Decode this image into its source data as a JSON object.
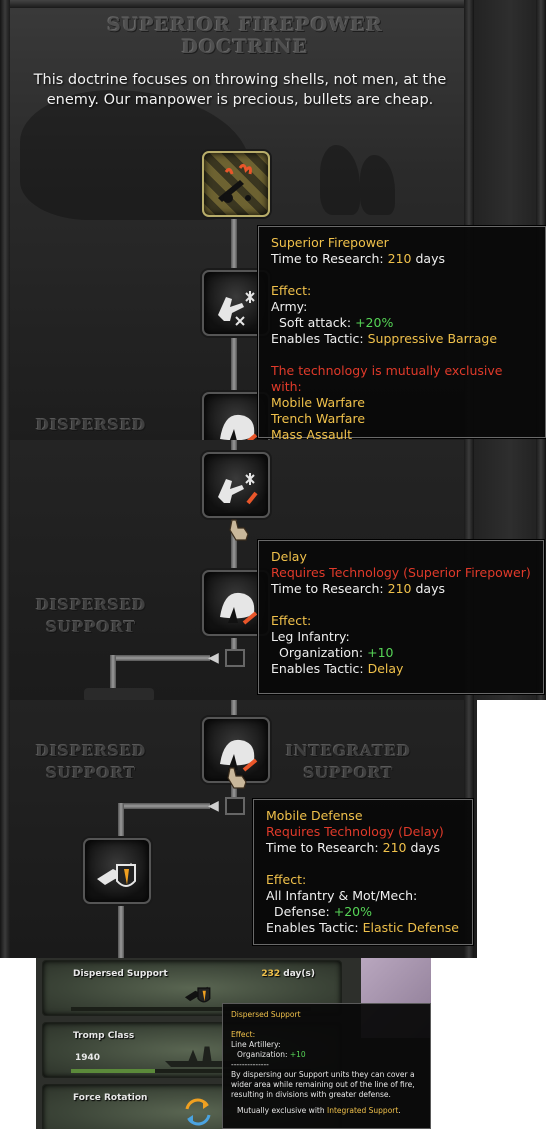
{
  "panel1": {
    "doctrine_title_line1": "SUPERIOR FIREPOWER",
    "doctrine_title_line2": "DOCTRINE",
    "doctrine_description": "This doctrine focuses on throwing shells, not men, at the enemy. Our manpower is precious, bullets are cheap.",
    "branch_label_dispersed": "DISPERSED",
    "tooltip": {
      "name": "Superior Firepower",
      "time_label": "Time to Research:",
      "time_value": "210",
      "time_unit": "days",
      "effect_label": "Effect:",
      "target": "Army:",
      "modifier_label": "Soft attack:",
      "modifier_value": "+20%",
      "tactic_label": "Enables Tactic:",
      "tactic_value": "Suppressive Barrage",
      "exclusive_label": "The technology is mutually exclusive with:",
      "exclusive_items": [
        "Mobile Warfare",
        "Trench Warfare",
        "Mass Assault"
      ]
    }
  },
  "panel2": {
    "branch_label_line1": "DISPERSED",
    "branch_label_line2": "SUPPORT",
    "tooltip": {
      "name": "Delay",
      "requires": "Requires Technology (Superior Firepower)",
      "time_label": "Time to Research:",
      "time_value": "210",
      "time_unit": "days",
      "effect_label": "Effect:",
      "target": "Leg Infantry:",
      "modifier_label": "Organization:",
      "modifier_value": "+10",
      "tactic_label": "Enables Tactic:",
      "tactic_value": "Delay"
    }
  },
  "panel3": {
    "left_label_line1": "DISPERSED",
    "left_label_line2": "SUPPORT",
    "right_label_line1": "INTEGRATED",
    "right_label_line2": "SUPPORT",
    "tooltip": {
      "name": "Mobile Defense",
      "requires": "Requires Technology (Delay)",
      "time_label": "Time to Research:",
      "time_value": "210",
      "time_unit": "days",
      "effect_label": "Effect:",
      "target": "All Infantry & Mot/Mech:",
      "modifier_label": "Defense:",
      "modifier_value": "+20%",
      "tactic_label": "Enables Tactic:",
      "tactic_value": "Elastic Defense"
    }
  },
  "panel4": {
    "rows": [
      {
        "name": "Dispersed Support",
        "days_value": "232",
        "days_unit": "day(s)",
        "progress": 0.0
      },
      {
        "name": "Tromp Class",
        "year": "1940",
        "progress": 0.35
      },
      {
        "name": "Force Rotation"
      }
    ],
    "tooltip": {
      "title": "Dispersed Support",
      "effect_label": "Effect:",
      "target": "Line Artillery:",
      "modifier_label": "Organization:",
      "modifier_value": "+10",
      "separator": "--------------",
      "description": "By dispersing our Support units they can cover a wider area while remaining out of the line of fire, resulting in divisions with greater defense.",
      "exclusive_prefix": "Mutually exclusive with",
      "exclusive_value": "Integrated Support",
      "exclusive_suffix": "."
    }
  }
}
